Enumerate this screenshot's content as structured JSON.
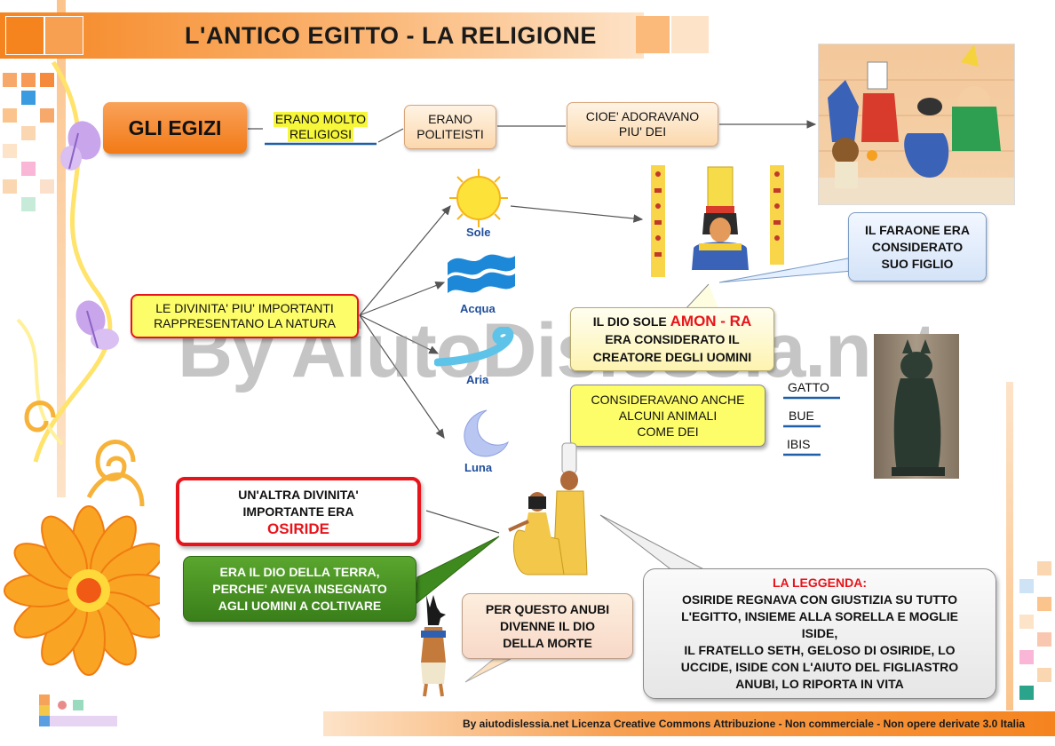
{
  "header": {
    "title": "L'ANTICO EGITTO - LA RELIGIONE"
  },
  "watermark": "By AiutoDislessia.net",
  "nodes": {
    "egizi": "GLI EGIZI",
    "religiosi_1": "ERANO MOLTO",
    "religiosi_2": "RELIGIOSI",
    "politeisti_1": "ERANO",
    "politeisti_2": "POLITEISTI",
    "dei_1": "CIOE' ADORAVANO",
    "dei_2": "PIU' DEI",
    "natura_1": "LE DIVINITA' PIU' IMPORTANTI",
    "natura_2": "RAPPRESENTANO LA NATURA",
    "amon_pre": "IL DIO SOLE ",
    "amon_name": "AMON - RA",
    "amon_2": "ERA CONSIDERATO IL",
    "amon_3": "CREATORE DEGLI UOMINI",
    "figlio_1": "IL FARAONE ERA",
    "figlio_2": "CONSIDERATO",
    "figlio_3": "SUO FIGLIO",
    "animali_1": "CONSIDERAVANO ANCHE",
    "animali_2": "ALCUNI ANIMALI",
    "animali_3": "COME DEI",
    "osiride_1": "UN'ALTRA DIVINITA'",
    "osiride_2": "IMPORTANTE ERA",
    "osiride_name": "OSIRIDE",
    "terra_1": "ERA IL DIO DELLA TERRA,",
    "terra_2": "PERCHE' AVEVA INSEGNATO",
    "terra_3": "AGLI UOMINI A COLTIVARE",
    "anubi_1": "PER QUESTO ANUBI",
    "anubi_2": "DIVENNE  IL DIO",
    "anubi_3": "DELLA MORTE",
    "leggenda_title": "LA LEGGENDA:",
    "leggenda_1": "OSIRIDE REGNAVA CON GIUSTIZIA SU TUTTO",
    "leggenda_2": "L'EGITTO, INSIEME ALLA SORELLA E MOGLIE",
    "leggenda_3": "ISIDE,",
    "leggenda_4": "IL FRATELLO SETH, GELOSO DI OSIRIDE, LO",
    "leggenda_5": "UCCIDE, ISIDE CON L'AIUTO DEL FIGLIASTRO",
    "leggenda_6": "ANUBI, LO RIPORTA IN VITA"
  },
  "nature_labels": {
    "sole": "Sole",
    "acqua": "Acqua",
    "aria": "Aria",
    "luna": "Luna"
  },
  "animals": {
    "gatto": "GATTO",
    "bue": "BUE",
    "ibis": "IBIS"
  },
  "footer": {
    "license": "By aiutodislessia.net Licenza Creative Commons Attribuzione - Non commerciale - Non opere derivate 3.0 Italia"
  },
  "colors": {
    "orange": "#f5841f",
    "light_orange": "#fbc48c",
    "yellow": "#fdfd6a",
    "red": "#e8141b",
    "green": "#3f8a1e",
    "peach": "#fde2c2",
    "blue_line": "#1f5ea8"
  }
}
